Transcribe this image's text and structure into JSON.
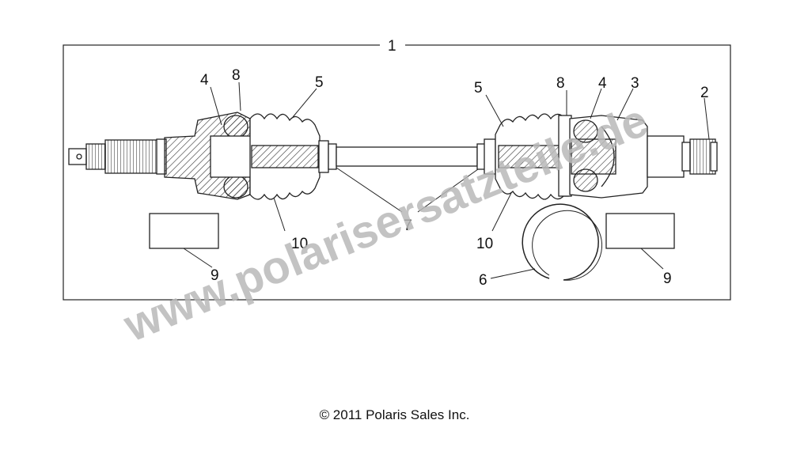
{
  "diagram": {
    "callouts": {
      "c1": "1",
      "c2": "2",
      "c3": "3",
      "c4_left": "4",
      "c4_right": "4",
      "c5_left": "5",
      "c5_right": "5",
      "c6": "6",
      "c7": "7",
      "c8_left": "8",
      "c8_right": "8",
      "c9_left": "9",
      "c9_right": "9",
      "c10_left": "10",
      "c10_right": "10"
    },
    "line_color": "#222222",
    "hatch_color": "#333333"
  },
  "watermark": {
    "text": "www.polarisersatzteile.de",
    "color": "#b8b8b8"
  },
  "footer": {
    "copyright": "© 2011 Polaris Sales Inc."
  }
}
